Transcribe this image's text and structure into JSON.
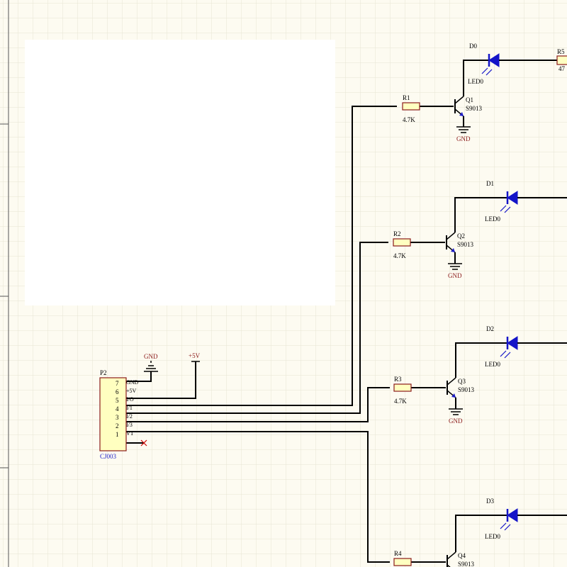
{
  "colors": {
    "background": "#fdfbf1",
    "grid": "#e6e4d4",
    "wire": "#000000",
    "component_body": "#ffffc0",
    "resistor_fill": "#ffffc0",
    "led": "#1414c8",
    "label_red": "#8b1a1a",
    "arrow_blue": "#1e1ec8",
    "blank_panel": "#ffffff"
  },
  "connector": {
    "designator": "P2",
    "part": "CJ003",
    "pins": [
      {
        "num": "7",
        "name": "GND"
      },
      {
        "num": "6",
        "name": "+5V"
      },
      {
        "num": "5",
        "name": "I/O"
      },
      {
        "num": "4",
        "name": "I/1"
      },
      {
        "num": "3",
        "name": "I/2"
      },
      {
        "num": "2",
        "name": "I/3"
      },
      {
        "num": "1",
        "name": "VT"
      }
    ]
  },
  "power": {
    "gnd_label": "GND",
    "vcc_label": "+5V"
  },
  "channels": [
    {
      "resistor": "R1",
      "res_value": "4.7K",
      "transistor": "Q1",
      "part": "S9013",
      "gnd": "GND",
      "diode": "D0",
      "led": "LED0"
    },
    {
      "resistor": "R2",
      "res_value": "4.7K",
      "transistor": "Q2",
      "part": "S9013",
      "gnd": "GND",
      "diode": "D1",
      "led": "LED0"
    },
    {
      "resistor": "R3",
      "res_value": "4.7K",
      "transistor": "Q3",
      "part": "S9013",
      "gnd": "GND",
      "diode": "D2",
      "led": "LED0"
    },
    {
      "resistor": "R4",
      "res_value": "",
      "transistor": "Q4",
      "part": "S9013",
      "gnd": "",
      "diode": "D3",
      "led": "LED0"
    }
  ],
  "extra": {
    "r5_label": "R5",
    "r5_value": "47"
  }
}
